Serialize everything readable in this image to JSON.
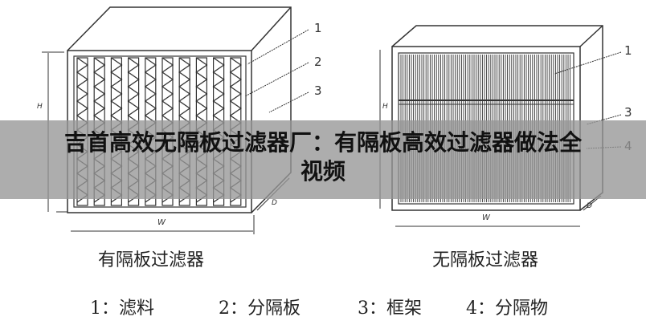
{
  "left_diagram": {
    "caption": "有隔板过滤器",
    "callouts": [
      "1",
      "2",
      "3"
    ],
    "dim_w": "W",
    "dim_h": "H",
    "dim_d": "D",
    "columns": 10
  },
  "right_diagram": {
    "caption": "无隔板过滤器",
    "callouts": [
      "1",
      "3",
      "4"
    ],
    "dim_w": "W",
    "dim_h": "H",
    "dim_d": "D"
  },
  "legend": [
    "1：滤料",
    "2：分隔板",
    "3：框架",
    "4：分隔物"
  ],
  "overlay_title": {
    "line1": "吉首高效无隔板过滤器厂：有隔板高效过滤器做法全",
    "line2": "视频"
  }
}
